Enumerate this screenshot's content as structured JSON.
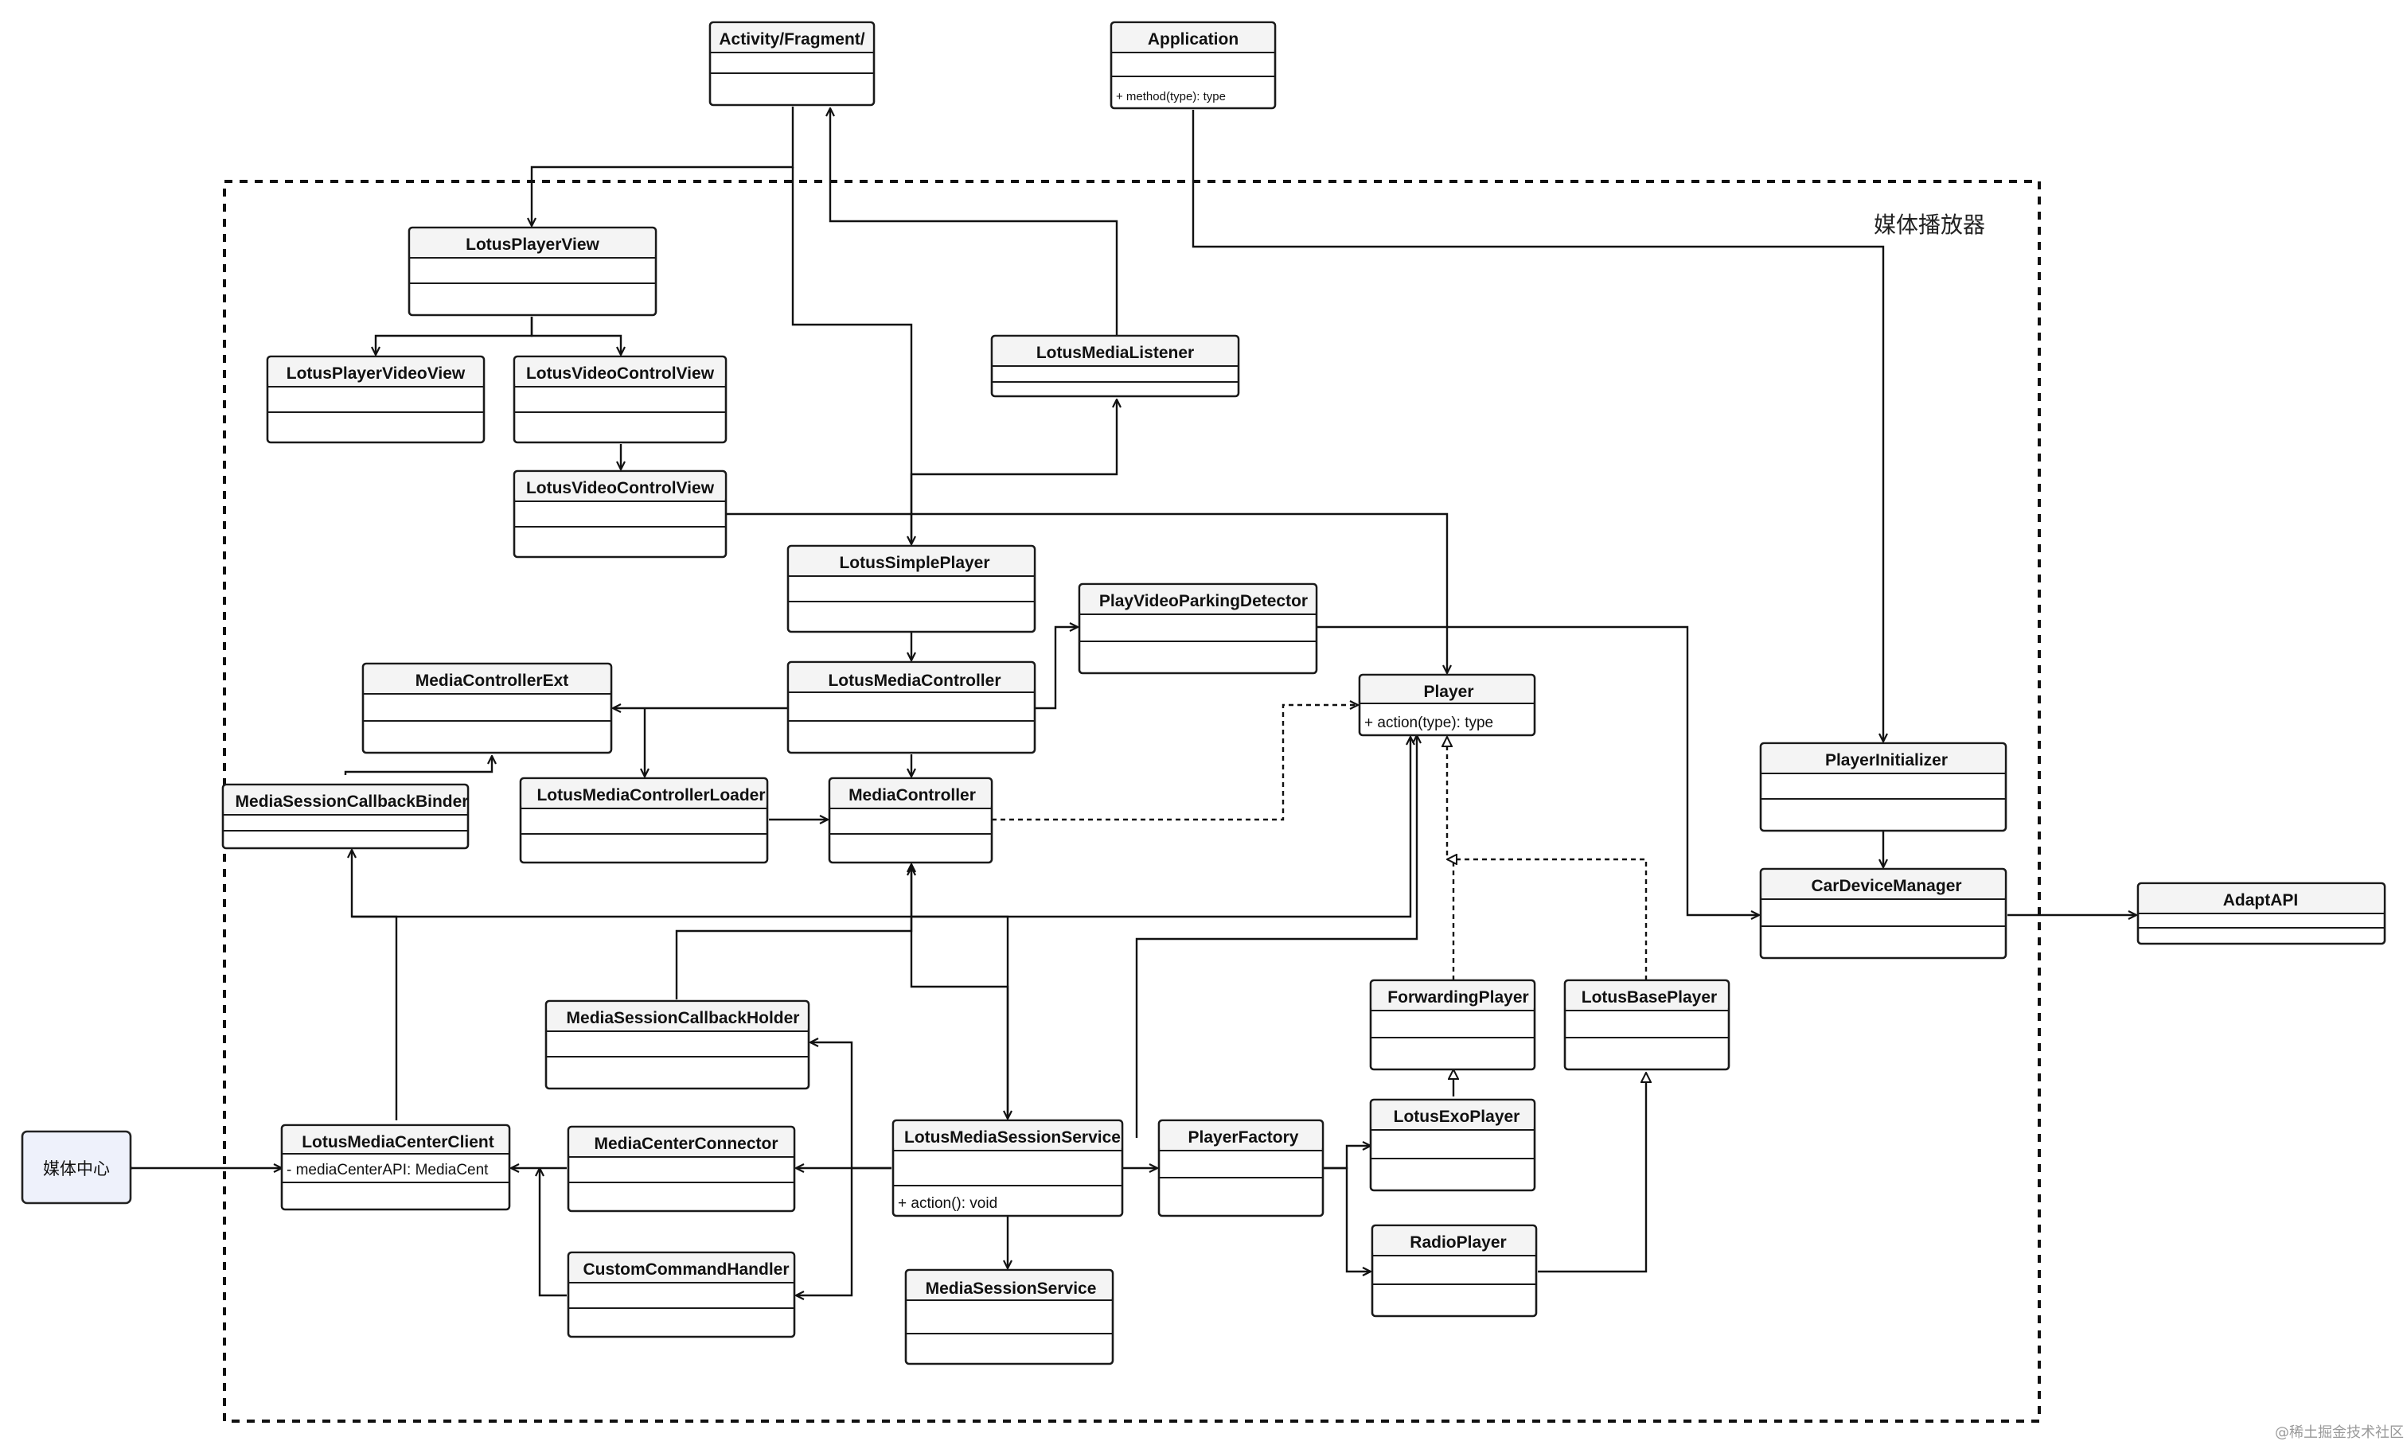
{
  "region_label": "媒体播放器",
  "watermark": "@稀土掘金技术社区",
  "external": {
    "media_center": "媒体中心"
  },
  "classes": {
    "activity": {
      "name": "Activity/Fragment/"
    },
    "application": {
      "name": "Application",
      "member": "+ method(type): type"
    },
    "lotus_player_view": {
      "name": "LotusPlayerView"
    },
    "lotus_player_video_view": {
      "name": "LotusPlayerVideoView"
    },
    "lotus_video_control_view_1": {
      "name": "LotusVideoControlView"
    },
    "lotus_video_control_view_2": {
      "name": "LotusVideoControlView"
    },
    "lotus_media_listener": {
      "name": "LotusMediaListener"
    },
    "lotus_simple_player": {
      "name": "LotusSimplePlayer"
    },
    "play_video_parking_detector": {
      "name": "PlayVideoParkingDetector"
    },
    "media_controller_ext": {
      "name": "MediaControllerExt"
    },
    "lotus_media_controller": {
      "name": "LotusMediaController"
    },
    "player": {
      "name": "Player",
      "member": "+ action(type): type"
    },
    "player_initializer": {
      "name": "PlayerInitializer"
    },
    "media_session_callback_binder": {
      "name": "MediaSessionCallbackBinder"
    },
    "lotus_media_controller_loader": {
      "name": "LotusMediaControllerLoader"
    },
    "media_controller": {
      "name": "MediaController"
    },
    "car_device_manager": {
      "name": "CarDeviceManager"
    },
    "adapt_api": {
      "name": "AdaptAPI"
    },
    "forwarding_player": {
      "name": "ForwardingPlayer"
    },
    "lotus_base_player": {
      "name": "LotusBasePlayer"
    },
    "media_session_callback_holder": {
      "name": "MediaSessionCallbackHolder"
    },
    "lotus_exo_player": {
      "name": "LotusExoPlayer"
    },
    "lotus_media_center_client": {
      "name": "LotusMediaCenterClient",
      "member": "- mediaCenterAPI: MediaCent"
    },
    "media_center_connector": {
      "name": "MediaCenterConnector"
    },
    "lotus_media_session_service": {
      "name": "LotusMediaSessionService",
      "member": "+ action(): void"
    },
    "player_factory": {
      "name": "PlayerFactory"
    },
    "radio_player": {
      "name": "RadioPlayer"
    },
    "custom_command_handler": {
      "name": "CustomCommandHandler"
    },
    "media_session_service": {
      "name": "MediaSessionService"
    }
  },
  "colors": {
    "line": "#111111",
    "box_fill": "#ffffff",
    "header_fill": "#f4f4f4",
    "external_fill": "#eef1fb"
  }
}
